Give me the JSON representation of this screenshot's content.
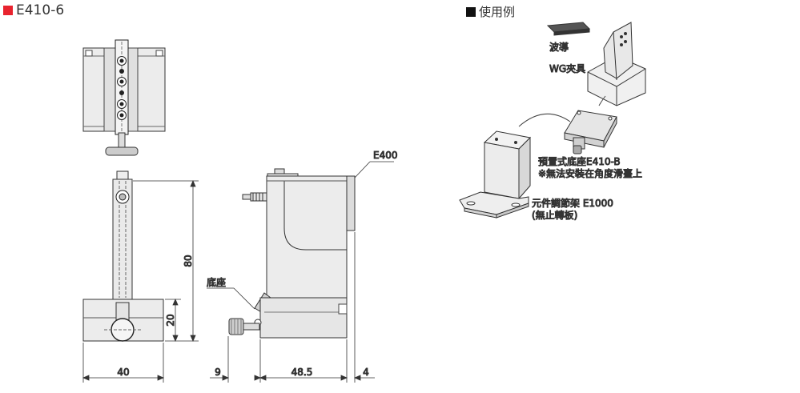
{
  "left_section": {
    "square_color": "#e8232e",
    "title": "E410-6"
  },
  "right_section": {
    "square_color": "#111111",
    "title": "使用例"
  },
  "dimensions": {
    "height_total": "80",
    "base_height": "20",
    "base_width": "40",
    "left_offset": "9",
    "depth": "48.5",
    "plate_thickness": "4"
  },
  "labels": {
    "e400": "E400",
    "base": "底座"
  },
  "usage": {
    "waveguide": "波導",
    "wg_clamp": "WG夾具",
    "mount_line1": "預置式底座E410-B",
    "mount_line2": "※無法安裝在角度滑臺上",
    "holder_line1": "元件調節架 E1000",
    "holder_line2": "(無止轉板)"
  }
}
